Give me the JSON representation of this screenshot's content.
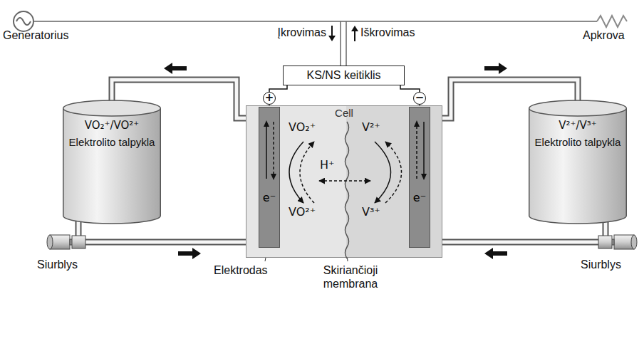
{
  "diagram": {
    "nodes": [
      {
        "text": [
          "KS/NS keitiklis"
        ]
      },
      {
        "text": [
          "+"
        ]
      },
      {
        "text": [
          "−"
        ]
      },
      {
        "text": [
          "VO₂⁺/VO²⁺",
          "Elektrolito talpykla"
        ]
      },
      {
        "text": [
          "Cell"
        ]
      },
      {
        "text": [
          "e⁻"
        ],
        "in": 4
      },
      {
        "text": [
          "e⁻"
        ],
        "in": 4
      },
      {
        "text": [
          "V²⁺/V³⁺",
          "Elektrolito talpykla"
        ]
      }
    ],
    "edges": [
      {
        "from": 0,
        "to": 1,
        "arrow": "none"
      },
      {
        "from": 0,
        "to": 2,
        "arrow": "none"
      },
      {
        "from": 1,
        "to": 5,
        "arrow": "none"
      },
      {
        "from": 2,
        "to": 6,
        "arrow": "none"
      },
      {
        "from": 4,
        "to": 3,
        "arrow": "none"
      },
      {
        "from": 3,
        "to": 4,
        "arrow": "none"
      },
      {
        "from": 4,
        "to": 7,
        "arrow": "none"
      },
      {
        "from": 7,
        "to": 4,
        "arrow": "none"
      }
    ],
    "labels": [
      "Generatorius",
      "Apkrova",
      "Įkrovimas",
      "Iškrovimas",
      "VO₂⁺",
      "H⁺",
      "VO²⁺",
      "V²⁺",
      "V³⁺",
      "Siurblys",
      "Elektrodas",
      "Skiriančioji membrana",
      "Siurblys"
    ]
  }
}
